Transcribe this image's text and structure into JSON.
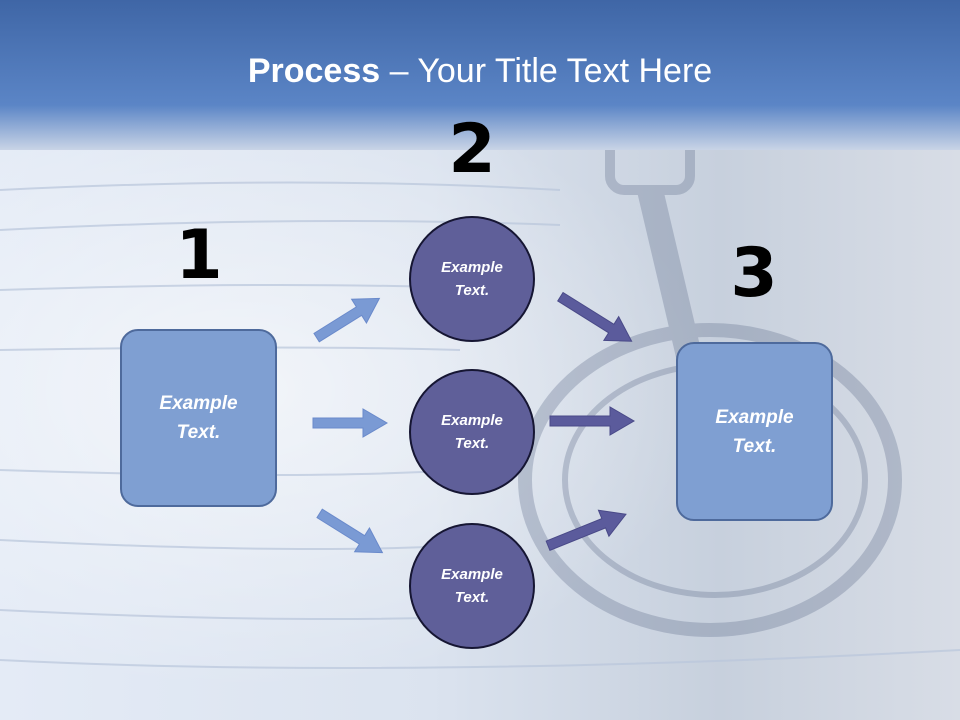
{
  "title": {
    "bold": "Process",
    "rest": " – Your Title Text Here"
  },
  "steps": {
    "one": {
      "number": "1",
      "box_text": "Example Text."
    },
    "two": {
      "number": "2",
      "circles": [
        "Example Text.",
        "Example Text.",
        "Example Text."
      ]
    },
    "three": {
      "number": "3",
      "box_text": "Example Text."
    }
  },
  "colors": {
    "header": "#4f7cc0",
    "box": "#7f9fd2",
    "circle": "#5f5f99",
    "arrow_light": "#7a9ad4",
    "arrow_dark": "#5b5b9c"
  }
}
